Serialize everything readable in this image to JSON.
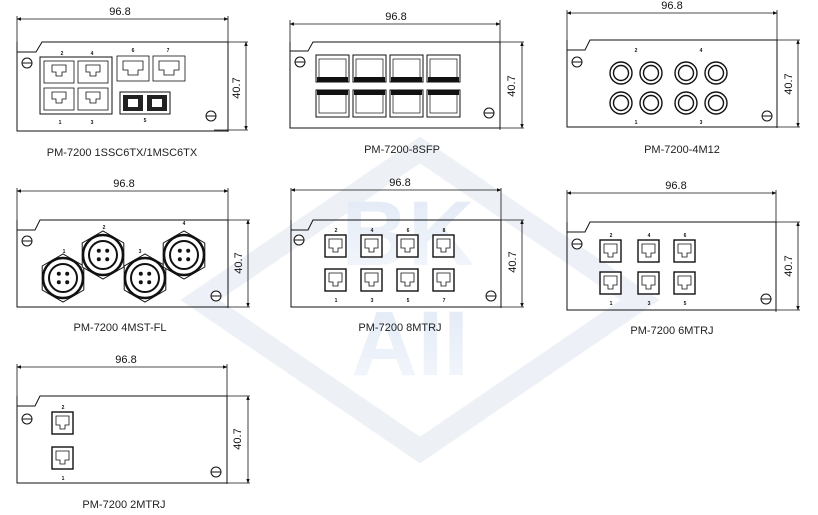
{
  "watermark": {
    "line1": "BK",
    "line2": "AII"
  },
  "modules": [
    {
      "id": "m1",
      "caption": "PM-7200 1SSC6TX/1MSC6TX",
      "width_label": "96.8",
      "height_label": "40.7",
      "port_numbers": [
        "2",
        "4",
        "6",
        "7",
        "1",
        "3",
        "5"
      ]
    },
    {
      "id": "m2",
      "caption": "PM-7200-8SFP",
      "width_label": "96.8",
      "height_label": "40.7",
      "port_numbers": []
    },
    {
      "id": "m3",
      "caption": "PM-7200-4M12",
      "width_label": "96.8",
      "height_label": "40.7",
      "port_numbers": [
        "2",
        "4",
        "1",
        "3"
      ]
    },
    {
      "id": "m4",
      "caption": "PM-7200 4MST-FL",
      "width_label": "96.8",
      "height_label": "40.7",
      "port_numbers": [
        "1",
        "2",
        "3",
        "4"
      ]
    },
    {
      "id": "m5",
      "caption": "PM-7200 8MTRJ",
      "width_label": "96.8",
      "height_label": "40.7",
      "port_numbers": [
        "2",
        "4",
        "6",
        "8",
        "1",
        "3",
        "5",
        "7"
      ]
    },
    {
      "id": "m6",
      "caption": "PM-7200 6MTRJ",
      "width_label": "96.8",
      "height_label": "40.7",
      "port_numbers": [
        "2",
        "4",
        "6",
        "1",
        "3",
        "5"
      ]
    },
    {
      "id": "m7",
      "caption": "PM-7200 2MTRJ",
      "width_label": "96.8",
      "height_label": "40.7",
      "port_numbers": [
        "2",
        "1"
      ]
    }
  ]
}
